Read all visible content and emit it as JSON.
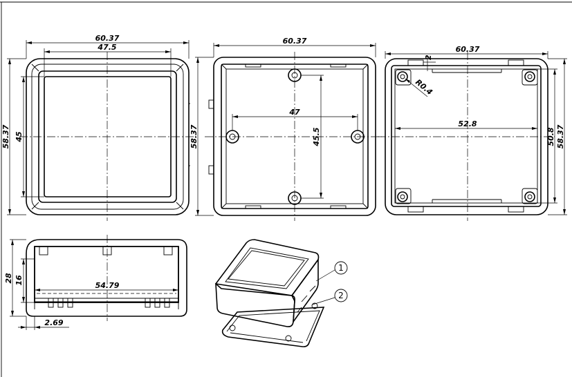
{
  "dimensions": {
    "front_width": "60.37",
    "front_inner_width": "47.5",
    "front_height": "58.37",
    "front_inner_height": "45",
    "back_width": "60.37",
    "back_height": "58.37",
    "back_hole_spacing_x": "47",
    "back_hole_spacing_y": "45.5",
    "top_width": "60.37",
    "top_height": "58.37",
    "top_slot": "2",
    "top_radius": "R0.4",
    "top_inner_width": "52.8",
    "top_inner_height": "50.8",
    "side_height": "28",
    "side_inner_height": "16",
    "side_width": "54.79",
    "side_flange": "2.69"
  },
  "callouts": [
    "1",
    "2"
  ]
}
